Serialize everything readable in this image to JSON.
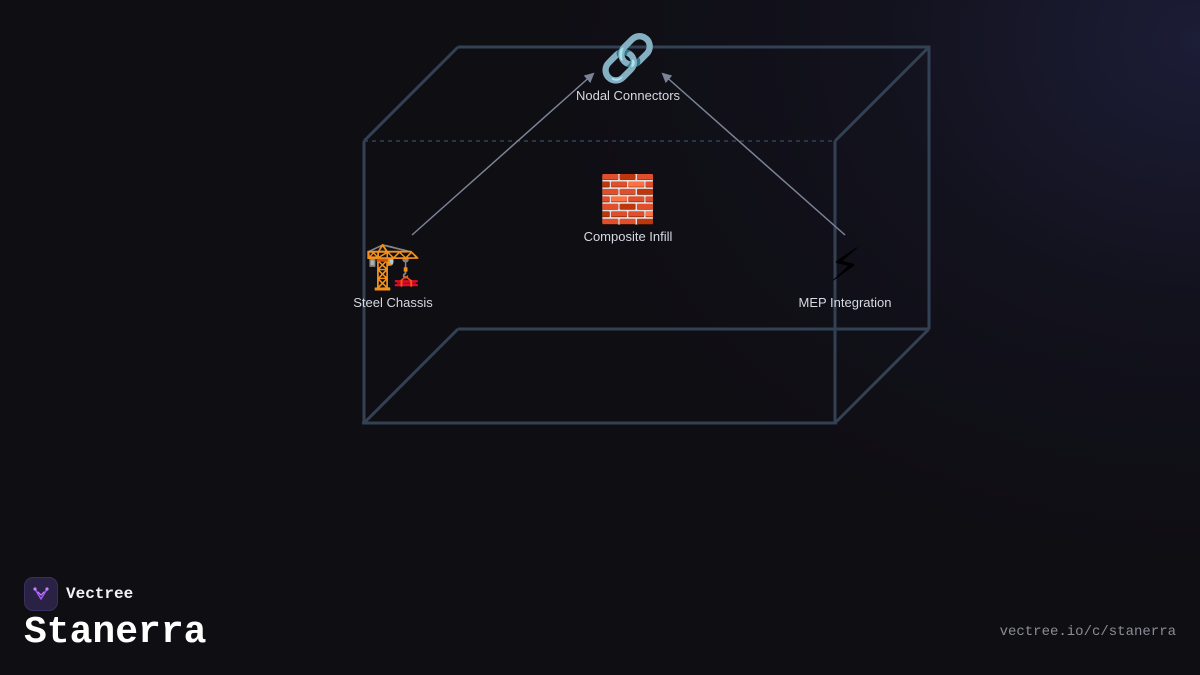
{
  "diagram": {
    "nodes": [
      {
        "id": "nodal",
        "icon": "🔗",
        "icon_name": "link-icon",
        "label": "Nodal Connectors"
      },
      {
        "id": "infill",
        "icon": "🧱",
        "icon_name": "brick-icon",
        "label": "Composite Infill"
      },
      {
        "id": "steel",
        "icon": "🏗️",
        "icon_name": "crane-icon",
        "label": "Steel Chassis"
      },
      {
        "id": "mep",
        "icon": "⚡",
        "icon_name": "lightning-icon",
        "label": "MEP Integration"
      }
    ],
    "edges": [
      {
        "from": "steel",
        "to": "nodal"
      },
      {
        "from": "mep",
        "to": "nodal"
      }
    ]
  },
  "footer": {
    "brand_name": "Vectree",
    "company_name": "Stanerra",
    "url": "vectree.io/c/stanerra"
  },
  "colors": {
    "background": "#0f0e13",
    "box_edge": "#334155",
    "arrow": "#7a8497",
    "label": "#d6d9e2",
    "logo_accent": "#a855f7"
  }
}
